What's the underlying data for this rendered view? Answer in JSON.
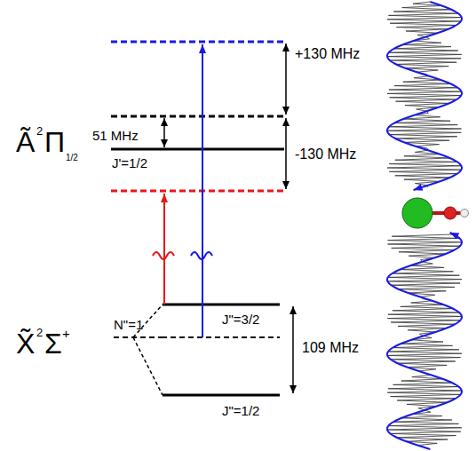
{
  "diagram": {
    "labels": [
      "Ã",
      "2",
      "Π",
      "1/2",
      "J'=1/2",
      "51 MHz",
      "+130 MHz",
      "-130 MHz",
      "X̃",
      "2",
      "Σ",
      "+",
      "N\"=1",
      "J\"=3/2",
      "J\"=1/2",
      "109 MHz"
    ]
  }
}
